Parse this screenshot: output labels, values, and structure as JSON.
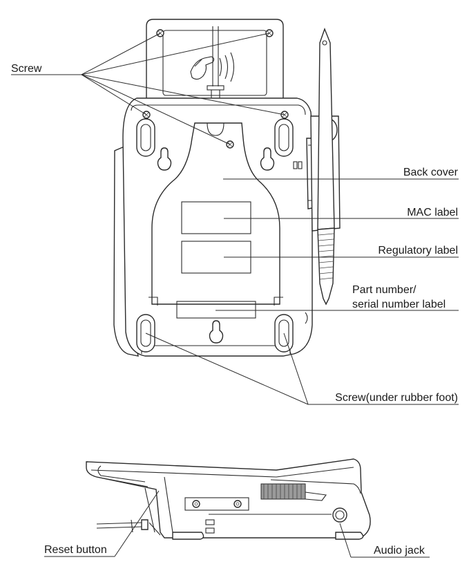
{
  "labels": {
    "screw": "Screw",
    "back_cover": "Back cover",
    "mac_label": "MAC label",
    "regulatory_label": "Regulatory label",
    "part_number_line1": "Part number/",
    "part_number_line2": "serial number label",
    "screw_under_foot": "Screw(under rubber foot)",
    "reset_button": "Reset button",
    "audio_jack": "Audio jack"
  }
}
